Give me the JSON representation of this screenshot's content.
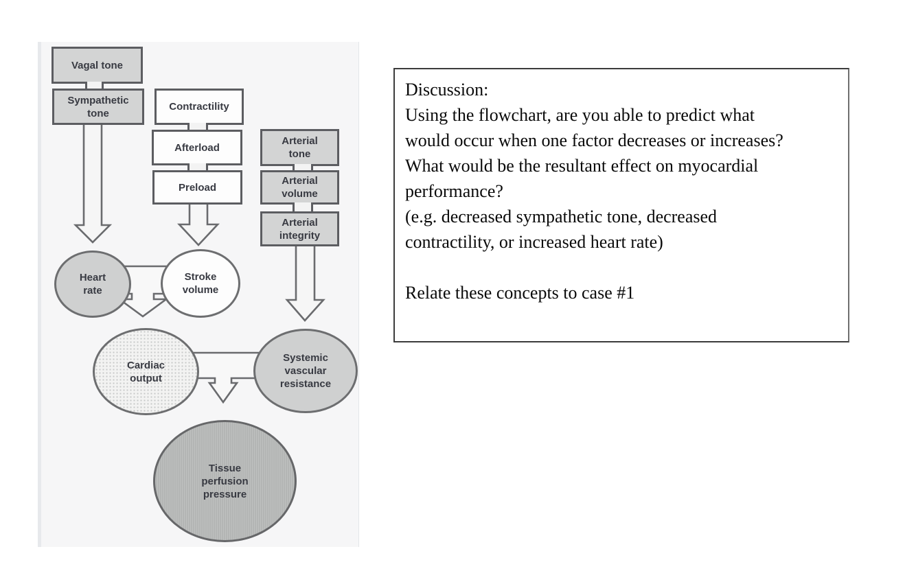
{
  "flowchart": {
    "nodes": {
      "vagal": {
        "label": "Vagal tone"
      },
      "sympathetic": {
        "label": "Sympathetic\ntone"
      },
      "contractility": {
        "label": "Contractility"
      },
      "afterload": {
        "label": "Afterload"
      },
      "preload": {
        "label": "Preload"
      },
      "arterial_tone": {
        "label": "Arterial\ntone"
      },
      "arterial_volume": {
        "label": "Arterial\nvolume"
      },
      "arterial_integrity": {
        "label": "Arterial\nintegrity"
      },
      "heart_rate": {
        "label": "Heart\nrate"
      },
      "stroke_volume": {
        "label": "Stroke\nvolume"
      },
      "cardiac_output": {
        "label": "Cardiac\noutput"
      },
      "systemic_vascular_resistance": {
        "label": "Systemic\nvascular\nresistance"
      },
      "tissue_perfusion_pressure": {
        "label": "Tissue\nperfusion\npressure"
      }
    },
    "colors": {
      "box_gray_fill": "#d3d4d4",
      "box_white_fill": "#fdfdfd",
      "box_border": "#5c5d61",
      "ellipse_gray_fill": "#cfd0d0",
      "tissue_ellipse_fill": "#b3b5b4",
      "arrow_fill": "#f6f6f6",
      "arrow_stroke": "#6a6b6e",
      "panel_background": "#f6f6f7",
      "label_text": "#383a42"
    }
  },
  "discussion": {
    "lines": [
      "Discussion:",
      "Using the flowchart, are you able to predict what",
      "would occur when one factor decreases or increases?",
      "What would be the resultant effect on myocardial",
      "performance?",
      "(e.g. decreased sympathetic tone, decreased",
      "contractility, or increased heart rate)",
      "",
      "Relate these concepts to case #1"
    ]
  }
}
